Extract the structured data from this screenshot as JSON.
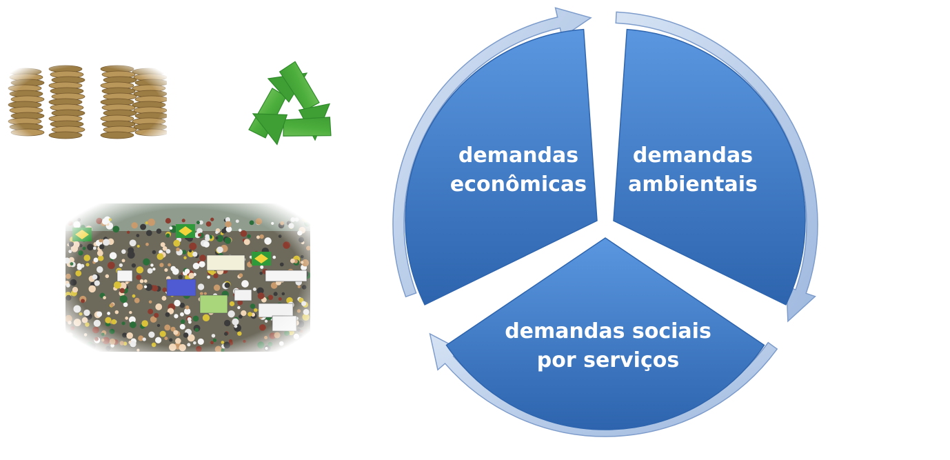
{
  "diagram": {
    "segments": [
      {
        "id": "economicas",
        "lines": [
          "demandas",
          "econômicas"
        ]
      },
      {
        "id": "ambientais",
        "lines": [
          "demandas",
          "ambientais"
        ]
      },
      {
        "id": "sociais",
        "lines": [
          "demandas sociais",
          "por serviços"
        ]
      }
    ],
    "colors": {
      "segment_fill": "#3f7fcf",
      "segment_fill_light": "#5a97e0",
      "segment_fill_dark": "#2d64ad",
      "arrow_fill": "#b9cde9",
      "arrow_stroke": "#7d9ccb"
    }
  },
  "images": [
    {
      "id": "coins",
      "icon": "coin-stacks-photo"
    },
    {
      "id": "recycle",
      "icon": "recycle-icon",
      "colors": [
        "#4cae3c",
        "#2f8a2a",
        "#9bd77a"
      ]
    },
    {
      "id": "protest",
      "icon": "crowd-protest-photo"
    }
  ]
}
